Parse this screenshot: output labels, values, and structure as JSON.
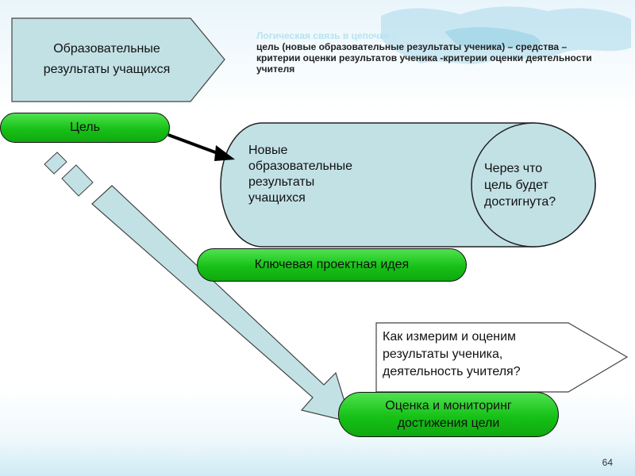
{
  "slide": {
    "page_number": "64"
  },
  "note": {
    "title": "Логическая связь в цепочке :",
    "body": "цель (новые образовательные результаты ученика) – средства – критерии оценки результатов ученика -критерии оценки деятельности учителя"
  },
  "shapes": {
    "outcomes_pentagon": {
      "line1": "Образовательные",
      "line2": "результаты учащихся"
    },
    "goal_pill": "Цель",
    "cylinder": {
      "lines": [
        "Новые",
        "образовательные",
        "результаты",
        "учащихся"
      ],
      "circle_lines": [
        "Через что",
        "цель будет",
        "достигнута?"
      ]
    },
    "key_idea_pill": "Ключевая проектная идея",
    "measure_pentagon": {
      "lines": [
        "Как измерим и оценим",
        "результаты ученика,",
        "деятельность учителя?"
      ]
    },
    "monitoring_pill": {
      "line1": "Оценка и мониторинг",
      "line2": "достижения цели"
    }
  },
  "colors": {
    "light_blue": "#bfe0e6",
    "green": "#1ec41e",
    "outline": "#111111"
  }
}
